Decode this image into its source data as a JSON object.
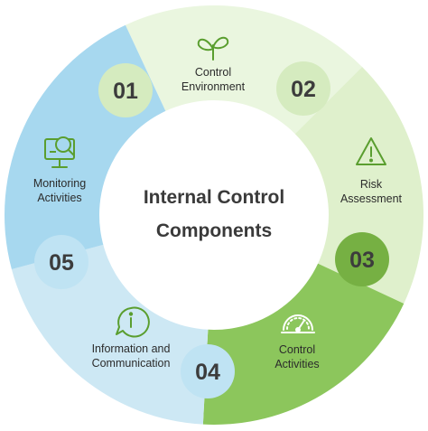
{
  "center": {
    "line1": "Internal Control",
    "line2": "Components"
  },
  "segments": [
    {
      "number": "01",
      "label_line1": "Control",
      "label_line2": "Environment",
      "icon": "sprout-icon",
      "color": "#eaf6df"
    },
    {
      "number": "02",
      "label_line1": "Risk",
      "label_line2": "Assessment",
      "icon": "warning-icon",
      "color": "#dff0cc"
    },
    {
      "number": "03",
      "label_line1": "Control",
      "label_line2": "Activities",
      "icon": "gauge-icon",
      "color": "#8cc65c"
    },
    {
      "number": "04",
      "label_line1": "Information and",
      "label_line2": "Communication",
      "icon": "info-bubble-icon",
      "color": "#cde8f4"
    },
    {
      "number": "05",
      "label_line1": "Monitoring",
      "label_line2": "Activities",
      "icon": "monitor-search-icon",
      "color": "#a7d8ef"
    }
  ],
  "colors": {
    "badge_green": "#d5ebbf",
    "badge_dark_green": "#76b043",
    "badge_blue": "#bfe3f3",
    "text": "#2b2b2b",
    "icon_green": "#5a9e2f"
  }
}
